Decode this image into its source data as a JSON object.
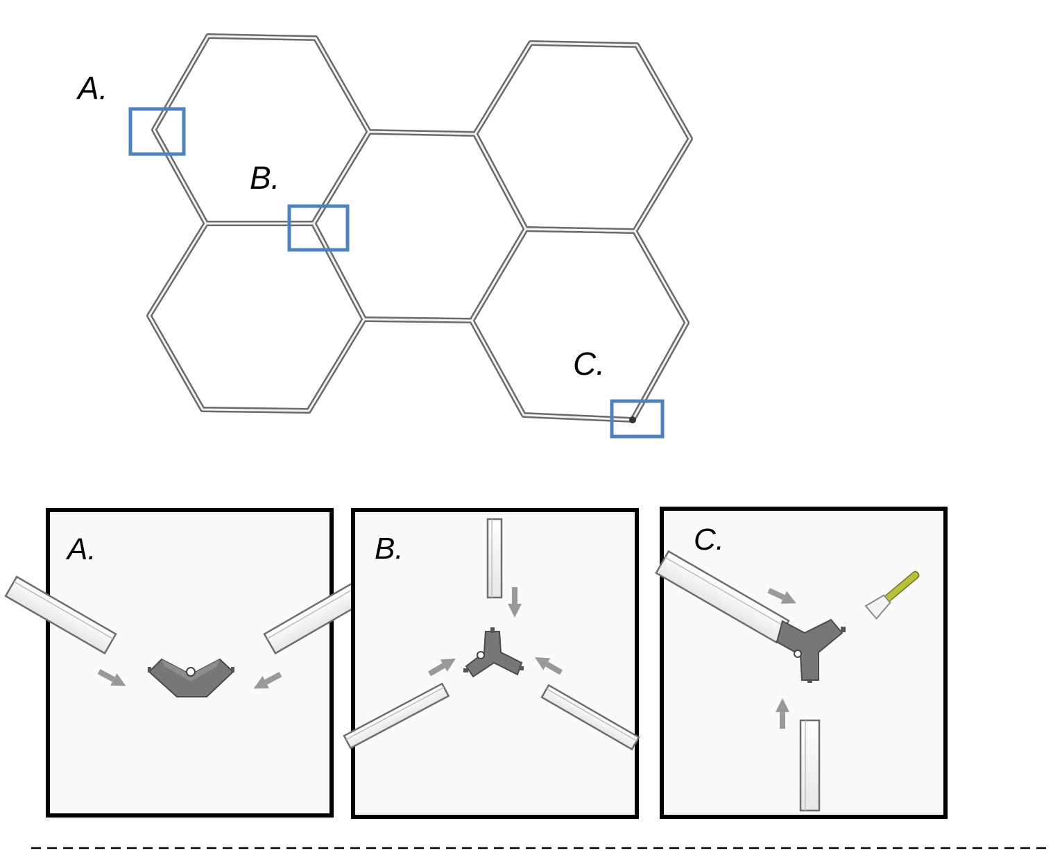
{
  "callout_labels": {
    "a": "A.",
    "b": "B.",
    "c": "C."
  },
  "detail_panels": [
    {
      "label": "A.",
      "connector": "2-way angled connector"
    },
    {
      "label": "B.",
      "connector": "3-way Y connector"
    },
    {
      "label": "C.",
      "connector": "3-way Y connector with power input"
    }
  ],
  "colors": {
    "highlight_box": "#4f81bd",
    "frame_stroke": "#555555",
    "connector_fill": "#777777",
    "arrow_fill": "#999999",
    "panel_border": "#000000",
    "cable_tip": "#b7c23a"
  }
}
